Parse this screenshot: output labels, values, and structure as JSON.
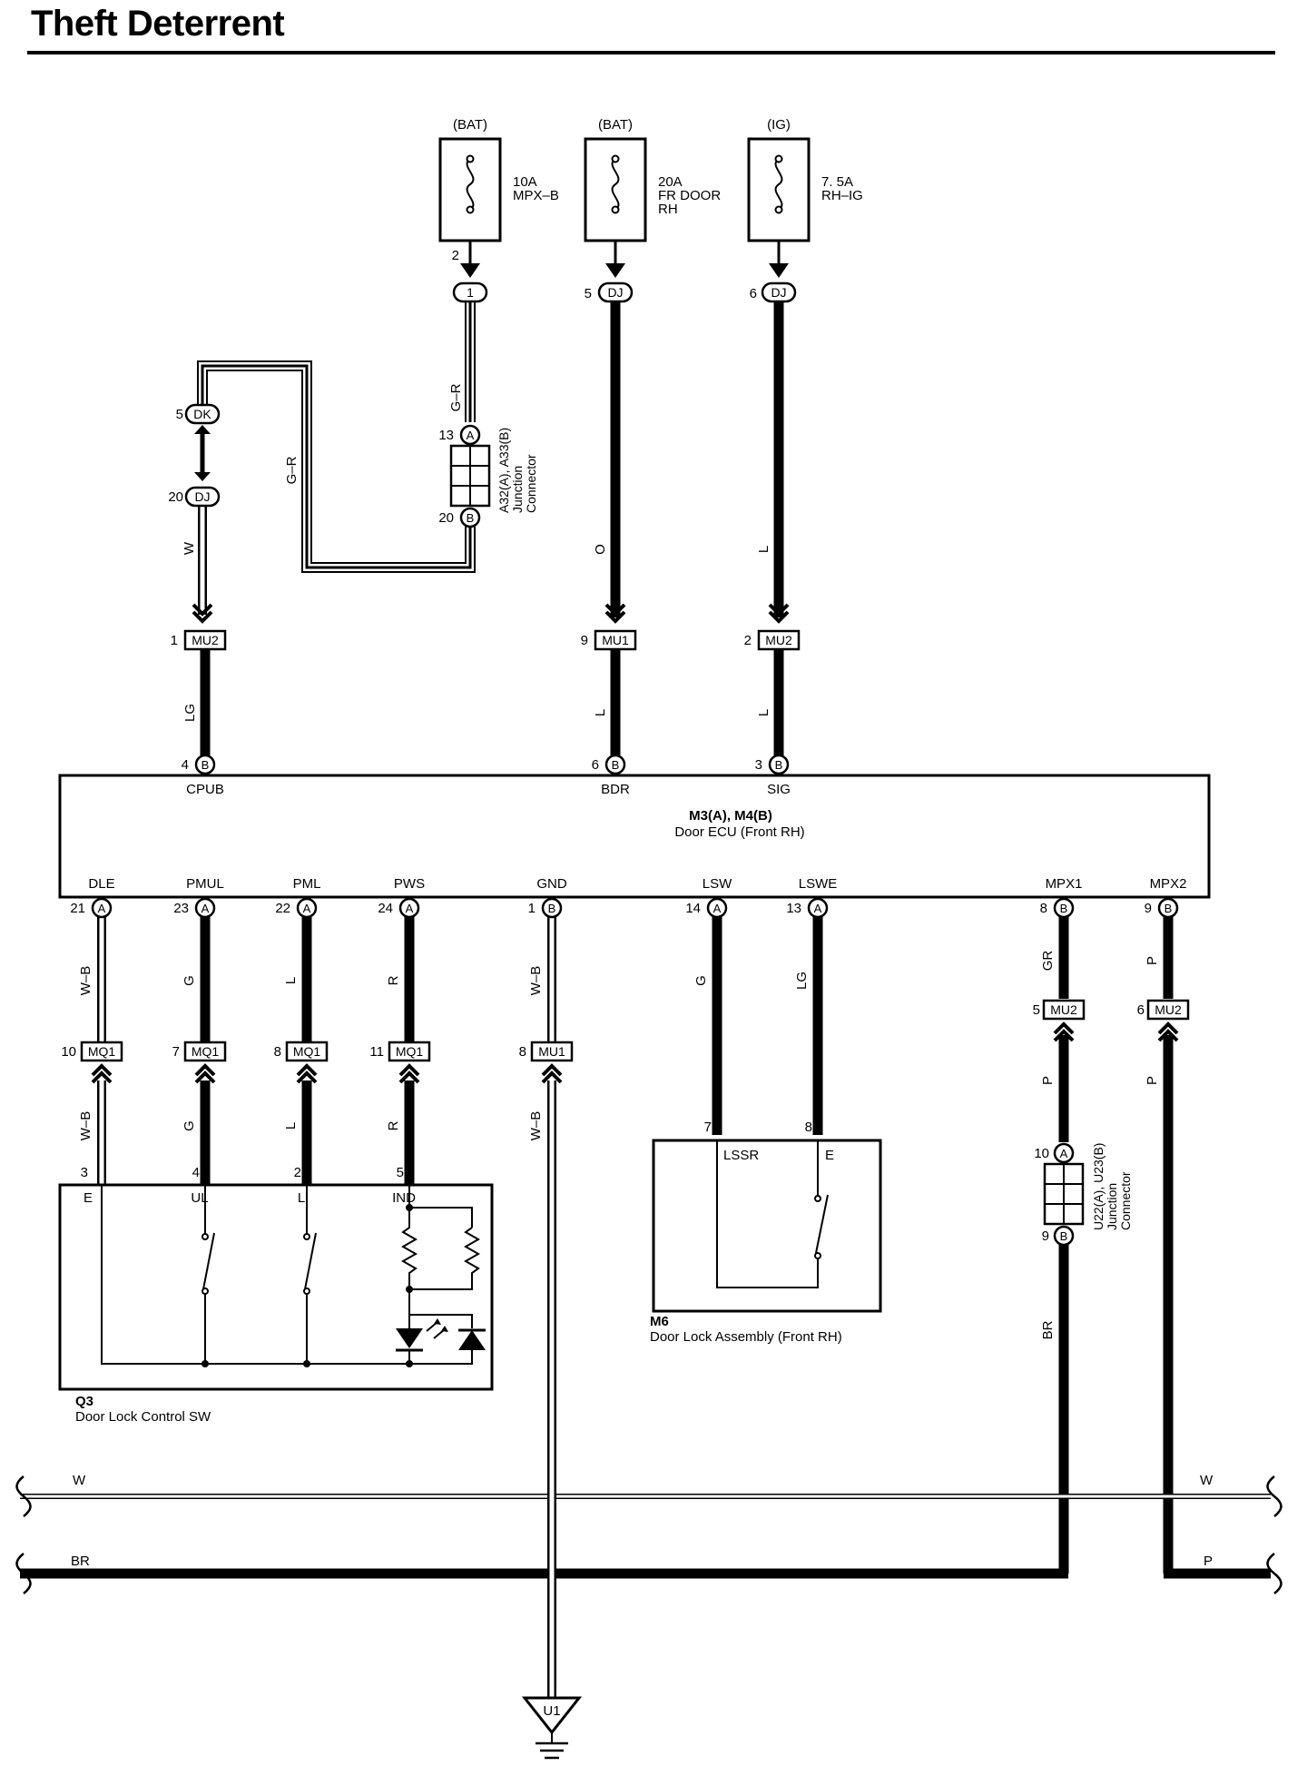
{
  "title": "Theft Deterrent",
  "fuses": [
    {
      "source": "(BAT)",
      "lines": [
        "10A",
        "MPX–B"
      ]
    },
    {
      "source": "(BAT)",
      "lines": [
        "20A",
        "FR DOOR",
        "RH"
      ]
    },
    {
      "source": "(IG)",
      "lines": [
        "7. 5A",
        "RH–IG"
      ]
    }
  ],
  "connectors": [
    {
      "pin": "2",
      "id": "1"
    },
    {
      "pin": "5",
      "id": "DJ"
    },
    {
      "pin": "6",
      "id": "DJ"
    },
    {
      "pin": "5",
      "id": "DK"
    },
    {
      "pin": "20",
      "id": "DJ"
    },
    {
      "pin": "13",
      "id": "A"
    },
    {
      "pin": "20",
      "id": "B"
    },
    {
      "pin": "1",
      "id": "MU2"
    },
    {
      "pin": "9",
      "id": "MU1"
    },
    {
      "pin": "2",
      "id": "MU2"
    },
    {
      "pin": "4",
      "id": "B"
    },
    {
      "pin": "6",
      "id": "B"
    },
    {
      "pin": "3",
      "id": "B"
    },
    {
      "pin": "21",
      "id": "A"
    },
    {
      "pin": "23",
      "id": "A"
    },
    {
      "pin": "22",
      "id": "A"
    },
    {
      "pin": "24",
      "id": "A"
    },
    {
      "pin": "1",
      "id": "B"
    },
    {
      "pin": "14",
      "id": "A"
    },
    {
      "pin": "13",
      "id": "A"
    },
    {
      "pin": "8",
      "id": "B"
    },
    {
      "pin": "9",
      "id": "B"
    },
    {
      "pin": "10",
      "id": "MQ1"
    },
    {
      "pin": "7",
      "id": "MQ1"
    },
    {
      "pin": "8",
      "id": "MQ1"
    },
    {
      "pin": "11",
      "id": "MQ1"
    },
    {
      "pin": "8",
      "id": "MU1"
    },
    {
      "pin": "5",
      "id": "MU2"
    },
    {
      "pin": "6",
      "id": "MU2"
    },
    {
      "pin": "10",
      "id": "A"
    },
    {
      "pin": "9",
      "id": "B"
    }
  ],
  "junction_top": [
    "A32(A), A33(B)",
    "Junction",
    "Connector"
  ],
  "junction_right": [
    "U22(A), U23(B)",
    "Junction",
    "Connector"
  ],
  "wire_labels": [
    "G–R",
    "G–R",
    "W",
    "O",
    "L",
    "LG",
    "L",
    "L",
    "W–B",
    "G",
    "L",
    "R",
    "W–B",
    "G",
    "LG",
    "GR",
    "P",
    "W–B",
    "G",
    "L",
    "R",
    "W–B",
    "P",
    "P",
    "BR"
  ],
  "ecu": {
    "top_pins": [
      "CPUB",
      "BDR",
      "SIG"
    ],
    "name": "M3(A), M4(B)",
    "desc": "Door ECU (Front RH)",
    "bottom_pins": [
      "DLE",
      "PMUL",
      "PML",
      "PWS",
      "GND",
      "LSW",
      "LSWE",
      "MPX1",
      "MPX2"
    ]
  },
  "q3": {
    "pin_numbers": [
      "3",
      "4",
      "2",
      "5"
    ],
    "terminals": [
      "E",
      "UL",
      "L",
      "IND"
    ],
    "id": "Q3",
    "desc": "Door Lock Control SW"
  },
  "m6": {
    "pin_numbers": [
      "7",
      "8"
    ],
    "terminals": [
      "LSSR",
      "E"
    ],
    "id": "M6",
    "desc": "Door Lock Assembly (Front RH)"
  },
  "bus": {
    "w_left": "W",
    "w_right": "W",
    "br_left": "BR",
    "p_right": "P"
  },
  "ground": "U1"
}
